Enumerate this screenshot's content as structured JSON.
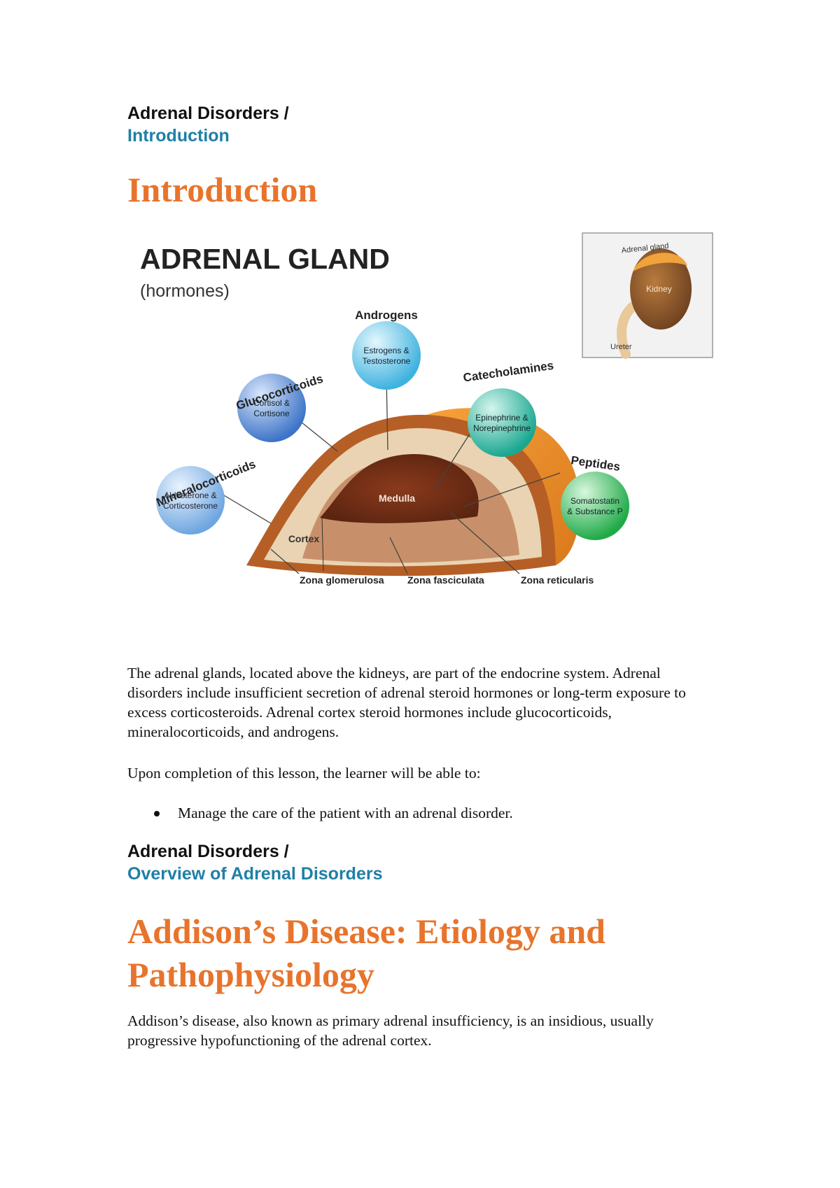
{
  "section1": {
    "breadcrumb_parent": "Adrenal Disorders /",
    "breadcrumb_child": "Introduction",
    "heading": "Introduction"
  },
  "figure": {
    "title": "ADRENAL GLAND",
    "subtitle": "(hormones)",
    "inset": {
      "gland_label": "Adrenal gland",
      "kidney_label": "Kidney",
      "ureter_label": "Ureter"
    },
    "groups": [
      {
        "name": "Mineralocorticoids",
        "content_line1": "Aldosterone &",
        "content_line2": "Corticosterone",
        "color": "#6fa6e0"
      },
      {
        "name": "Glucocorticoids",
        "content_line1": "Cortisol &",
        "content_line2": "Cortisone",
        "color": "#4f85d6"
      },
      {
        "name": "Androgens",
        "content_line1": "Estrogens &",
        "content_line2": "Testosterone",
        "color": "#57c3e8"
      },
      {
        "name": "Catecholamines",
        "content_line1": "Epinephrine &",
        "content_line2": "Norepinephrine",
        "color": "#2cb8a4"
      },
      {
        "name": "Peptides",
        "content_line1": "Somatostatin",
        "content_line2": "& Substance P",
        "color": "#2fbf5a"
      }
    ],
    "gland_labels": {
      "medulla": "Medulla",
      "cortex": "Cortex",
      "zona_glomerulosa": "Zona glomerulosa",
      "zona_fasciculata": "Zona fasciculata",
      "zona_reticularis": "Zona reticularis"
    }
  },
  "intro_paragraph": "The adrenal glands, located above the kidneys, are part of the endocrine system. Adrenal disorders include insufficient secretion of adrenal steroid hormones or long-term exposure to excess corticosteroids. Adrenal cortex steroid hormones include glucocorticoids, mineralocorticoids, and androgens.",
  "objectives_lead": "Upon completion of this lesson, the learner will be able to:",
  "objectives": [
    "Manage the care of the patient with an adrenal disorder."
  ],
  "section2": {
    "breadcrumb_parent": "Adrenal Disorders /",
    "breadcrumb_child": "Overview of Adrenal Disorders",
    "heading_line1": "Addison’s Disease: Etiology and",
    "heading_line2": "Pathophysiology",
    "paragraph": "Addison’s disease, also known as primary adrenal insufficiency, is an insidious, usually progressive hypofunctioning of the adrenal cortex."
  },
  "colors": {
    "heading_orange": "#e8742c",
    "breadcrumb_blue": "#1f7fa6"
  }
}
